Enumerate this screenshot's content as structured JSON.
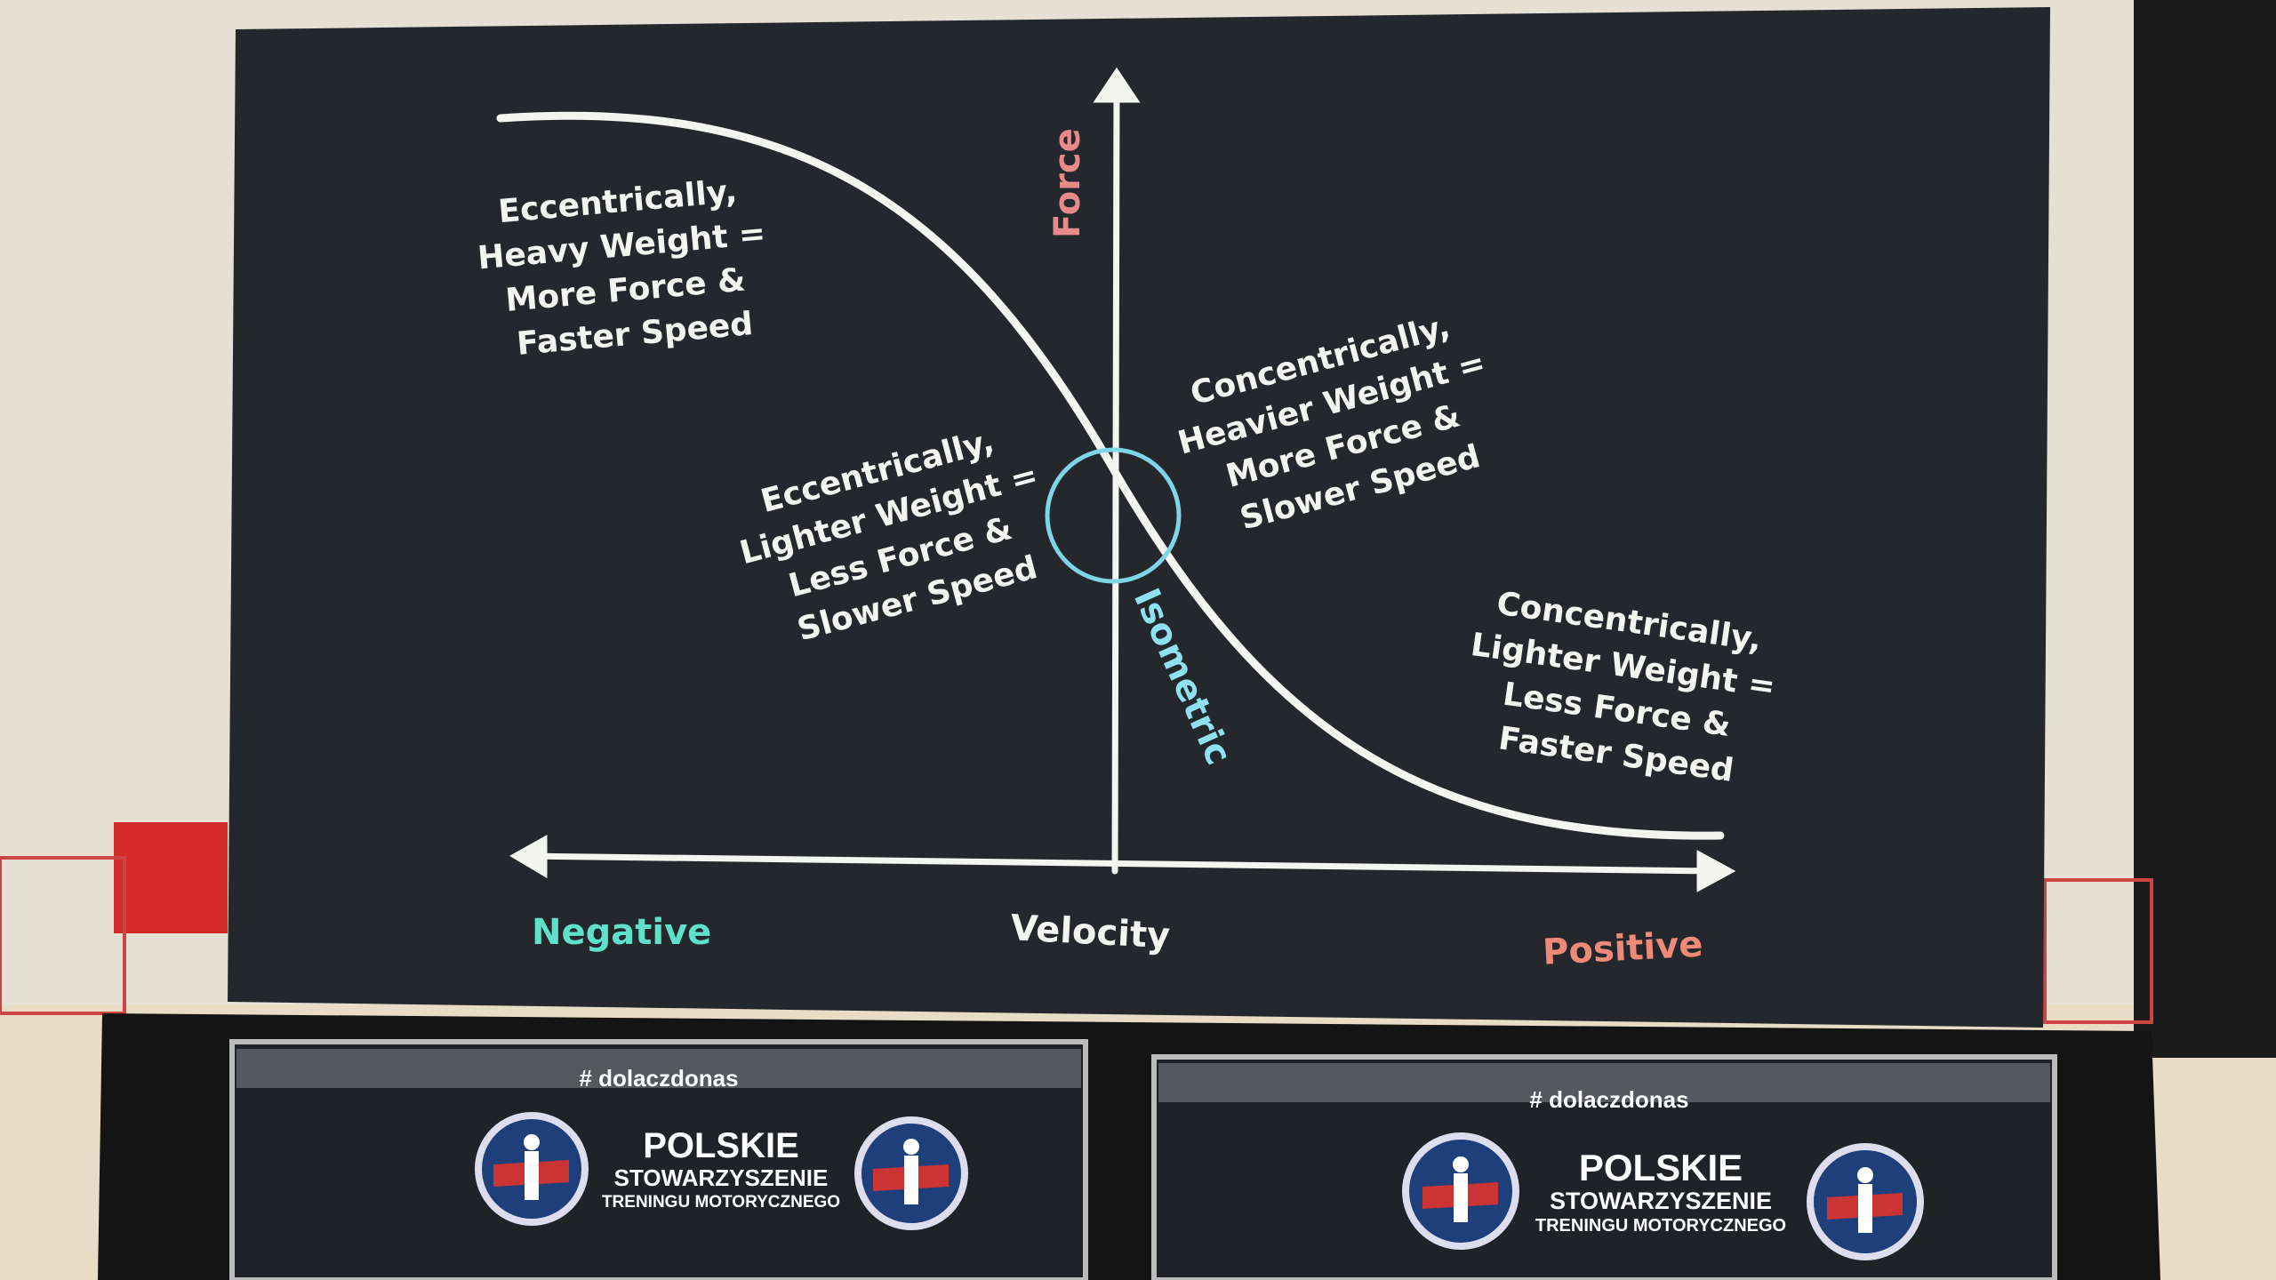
{
  "diagram": {
    "y_axis_label": "Force",
    "x_axis_label": "Velocity",
    "x_negative_label": "Negative",
    "x_positive_label": "Positive",
    "curve_label": "Isometric",
    "quadrant_notes": [
      {
        "lines": [
          "Eccentrically,",
          "Heavy Weight =",
          "More Force &",
          "Faster Speed"
        ]
      },
      {
        "lines": [
          "Eccentrically,",
          "Lighter Weight =",
          "Less Force &",
          "Slower Speed"
        ]
      },
      {
        "lines": [
          "Concentrically,",
          "Heavier Weight =",
          "More Force &",
          "Slower Speed"
        ]
      },
      {
        "lines": [
          "Concentrically,",
          "Lighter Weight =",
          "Less Force &",
          "Faster Speed"
        ]
      }
    ],
    "colors": {
      "force": "#e88a8a",
      "negative": "#5fe0c8",
      "positive": "#f08a78",
      "isometric": "#8fe0f0",
      "chalk": "#f4f4f0"
    }
  },
  "banners": [
    {
      "hashtag": "# dolaczdonas",
      "title": "POLSKIE",
      "line2": "STOWARZYSZENIE",
      "line3": "TRENINGU MOTORYCZNEGO"
    },
    {
      "hashtag": "# dolaczdonas",
      "title": "POLSKIE",
      "line2": "STOWARZYSZENIE",
      "line3": "TRENINGU MOTORYCZNEGO"
    }
  ]
}
